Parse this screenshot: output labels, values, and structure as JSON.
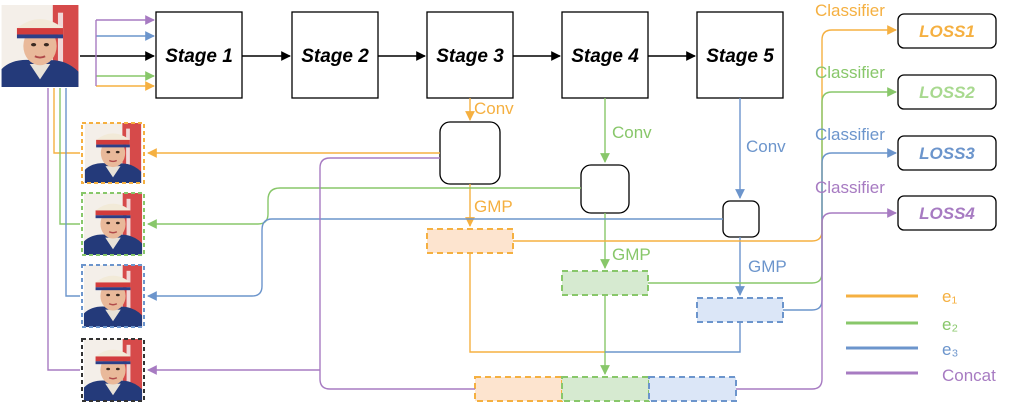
{
  "colors": {
    "orange": "#f5b041",
    "green": "#88c76a",
    "blue": "#6c95cc",
    "purple": "#a77bc2",
    "orange_fill": "#fde4cf",
    "green_fill": "#d6ead0",
    "blue_fill": "#dbe6f7"
  },
  "stages": [
    "Stage 1",
    "Stage 2",
    "Stage 3",
    "Stage 4",
    "Stage 5"
  ],
  "labels": {
    "conv": "Conv",
    "gmp": "GMP",
    "classifier": "Classifier"
  },
  "losses": [
    "LOSS1",
    "LOSS2",
    "LOSS3",
    "LOSS4"
  ],
  "legend": [
    {
      "text": "e₁",
      "color": "#f5b041"
    },
    {
      "text": "e₂",
      "color": "#88c76a"
    },
    {
      "text": "e₃",
      "color": "#6c95cc"
    },
    {
      "text": "Concat",
      "color": "#a77bc2"
    }
  ]
}
